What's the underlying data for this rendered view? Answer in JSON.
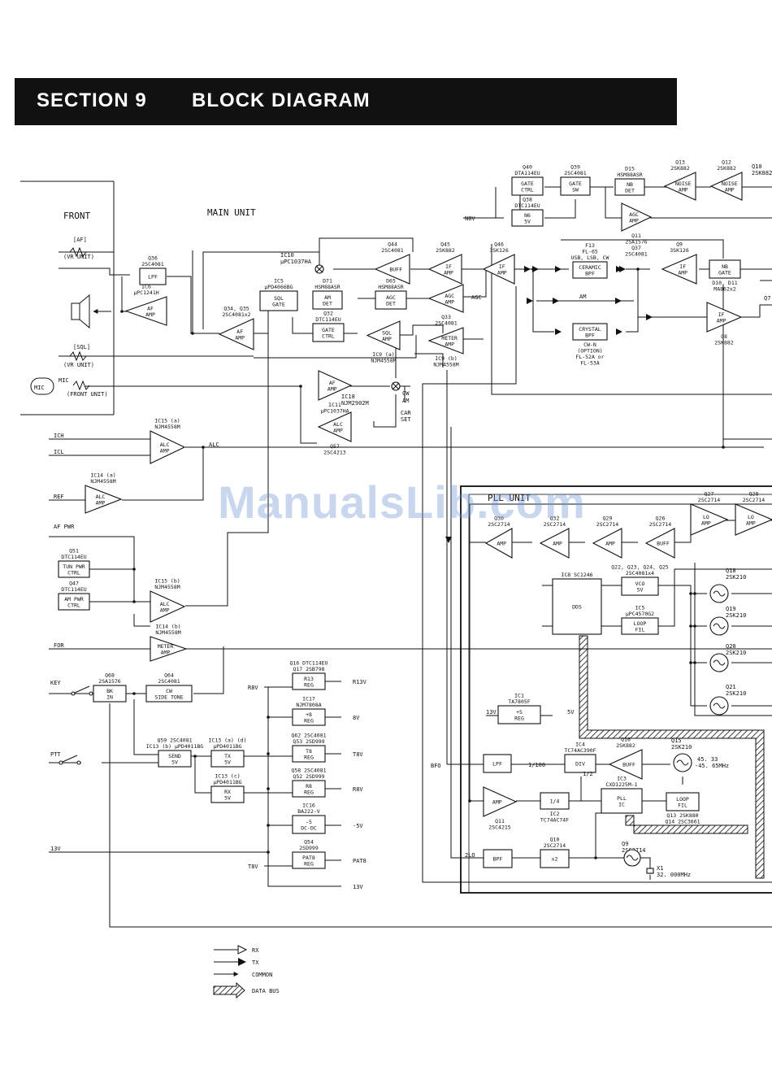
{
  "header": {
    "section": "SECTION 9",
    "title": "BLOCK DIAGRAM"
  },
  "areas": {
    "front": "FRONT",
    "main_unit": "MAIN UNIT",
    "pll_unit": "PLL UNIT"
  },
  "blocks": [
    {
      "id": "lpf36",
      "text": [
        "LPF"
      ],
      "ref": [
        "Q36",
        "2SC4081"
      ]
    },
    {
      "id": "afamp6",
      "text": [
        "AF",
        "AMP"
      ],
      "ref": [
        "IC6",
        "µPC1241H"
      ]
    },
    {
      "id": "afamp3435",
      "text": [
        "AF",
        "AMP"
      ],
      "ref": [
        "Q34, Q35",
        "2SC4081x2"
      ]
    },
    {
      "id": "sqlgate",
      "text": [
        "SQL",
        "GATE"
      ],
      "ref": [
        "IC5",
        "µPD4066BG"
      ]
    },
    {
      "id": "amdet",
      "text": [
        "AM",
        "DET"
      ],
      "ref": [
        "D71",
        "HSM88ASR"
      ]
    },
    {
      "id": "agcdet",
      "text": [
        "AGC",
        "DET"
      ],
      "ref": [
        "D65",
        "HSM88ASR"
      ]
    },
    {
      "id": "buff44",
      "text": [
        "BUFF"
      ],
      "ref": [
        "Q44",
        "2SC4081"
      ]
    },
    {
      "id": "ifamp45",
      "text": [
        "IF",
        "AMP"
      ],
      "ref": [
        "Q45",
        "2SK882"
      ]
    },
    {
      "id": "ifamp46",
      "text": [
        "IF",
        "AMP"
      ],
      "ref": [
        "Q46",
        "3SK126"
      ]
    },
    {
      "id": "agcamp33",
      "text": [
        "AGC",
        "AMP"
      ],
      "ref": [
        "Q33",
        "2SC4081"
      ]
    },
    {
      "id": "meteramp",
      "text": [
        "METER",
        "AMP"
      ],
      "ref": [
        "IC9 (b)",
        "NJM4558M"
      ]
    },
    {
      "id": "gatectrl32",
      "text": [
        "GATE",
        "CTRL"
      ],
      "ref": [
        "Q32",
        "DTC114EU"
      ]
    },
    {
      "id": "sqlamp",
      "text": [
        "SQL",
        "AMP"
      ],
      "ref": [
        "IC9 (a)",
        "NJM4558M"
      ]
    },
    {
      "id": "gatectrl40",
      "text": [
        "GATE",
        "CTRL"
      ],
      "ref": [
        "Q40",
        "DTA114EU"
      ]
    },
    {
      "id": "gatesw39",
      "text": [
        "GATE",
        "SW"
      ],
      "ref": [
        "Q39",
        "2SC4081"
      ]
    },
    {
      "id": "n6",
      "text": [
        "N6",
        "5V"
      ],
      "ref": [
        "Q38",
        "DTC114EU"
      ]
    },
    {
      "id": "nbdet",
      "text": [
        "NB",
        "DET"
      ],
      "ref": [
        "D15",
        "HSM88ASR"
      ]
    },
    {
      "id": "noiseamp13",
      "text": [
        "NOISE",
        "AMP"
      ],
      "ref": [
        "Q13",
        "2SK882"
      ]
    },
    {
      "id": "noiseamp12",
      "text": [
        "NOISE",
        "AMP"
      ],
      "ref": [
        "Q12",
        "2SK882"
      ]
    },
    {
      "id": "agcamp11",
      "text": [
        "AGC",
        "AMP"
      ],
      "ref": [
        "Q11",
        "2SA1576",
        "Q37",
        "2SC4081"
      ]
    },
    {
      "id": "ceramic",
      "text": [
        "CERAMIC",
        "BPF"
      ],
      "ref": [
        "F13",
        "FL-65",
        "USB, LSB, CW"
      ]
    },
    {
      "id": "crystal",
      "text": [
        "CRYSTAL",
        "BPF"
      ],
      "ref": [
        "CW-N",
        "(OPTION)",
        "FL-52A or",
        "FL-53A"
      ]
    },
    {
      "id": "ifamp9",
      "text": [
        "IF",
        "AMP"
      ],
      "ref": [
        "Q9",
        "3SK126"
      ]
    },
    {
      "id": "nbgate",
      "text": [
        "NB",
        "GATE"
      ],
      "ref": [
        "D10, D11",
        "MA862x2"
      ]
    },
    {
      "id": "ifamp8",
      "text": [
        "IF",
        "AMP"
      ],
      "ref": [
        "Q8",
        "2SK882"
      ]
    },
    {
      "id": "afamp11",
      "text": [
        "AF",
        "AMP"
      ],
      "ref": [
        "IC11",
        "µPC1037HA"
      ]
    },
    {
      "id": "alcamp57",
      "text": [
        "ALC",
        "AMP"
      ],
      "ref": [
        "Q57",
        "2SC4213"
      ]
    },
    {
      "id": "alcamp15a",
      "text": [
        "ALC",
        "AMP"
      ],
      "ref": [
        "IC15 (a)",
        "NJM4558M"
      ]
    },
    {
      "id": "alcamp14a",
      "text": [
        "ALC",
        "AMP"
      ],
      "ref": [
        "IC14 (a)",
        "NJM4558M"
      ]
    },
    {
      "id": "tunpwr",
      "text": [
        "TUN PWR",
        "CTRL"
      ],
      "ref": [
        "Q51",
        "DTC114EU"
      ]
    },
    {
      "id": "ampwr",
      "text": [
        "AM PWR",
        "CTRL"
      ],
      "ref": [
        "Q47",
        "DTC114EU"
      ]
    },
    {
      "id": "alcamp15b",
      "text": [
        "ALC",
        "AMP"
      ],
      "ref": [
        "IC15 (b)",
        "NJM4558M"
      ]
    },
    {
      "id": "meteramp14b",
      "text": [
        "METER",
        "AMP"
      ],
      "ref": [
        "IC14 (b)",
        "NJM4558M"
      ]
    },
    {
      "id": "bkin",
      "text": [
        "BK",
        "IN"
      ],
      "ref": [
        "Q68",
        "2SA1576"
      ]
    },
    {
      "id": "cwtone",
      "text": [
        "CW",
        "SIDE TONE"
      ],
      "ref": [
        "Q64",
        "2SC4081"
      ]
    },
    {
      "id": "send",
      "text": [
        "SEND",
        "5V"
      ],
      "ref": [
        "Q59 2SC4081",
        "IC13 (b) µPD4011BG"
      ]
    },
    {
      "id": "tx5v",
      "text": [
        "TX",
        "5V"
      ],
      "ref": [
        "IC13 (a) (d)",
        "µPD4011BG"
      ]
    },
    {
      "id": "rx5v",
      "text": [
        "RX",
        "5V"
      ],
      "ref": [
        "IC13 (c)",
        "µPD4011BG"
      ]
    },
    {
      "id": "r13reg",
      "text": [
        "R13",
        "REG"
      ],
      "ref": [
        "Q16 DTC114EU",
        "Q17 2SB798"
      ]
    },
    {
      "id": "p8reg",
      "text": [
        "+8",
        "REG"
      ],
      "ref": [
        "IC17",
        "NJM7808A"
      ]
    },
    {
      "id": "t8reg",
      "text": [
        "T8",
        "REG"
      ],
      "ref": [
        "Q62 2SC4081",
        "Q53 2SD999"
      ]
    },
    {
      "id": "r8reg",
      "text": [
        "R8",
        "REG"
      ],
      "ref": [
        "Q58 2SC4081",
        "Q52 2SD999"
      ]
    },
    {
      "id": "dcdc",
      "text": [
        "-5",
        "DC-DC"
      ],
      "ref": [
        "IC16",
        "BA222-V"
      ]
    },
    {
      "id": "pat8reg",
      "text": [
        "PAT8",
        "REG"
      ],
      "ref": [
        "Q54",
        "2SD999"
      ]
    },
    {
      "id": "loamp27",
      "text": [
        "LO",
        "AMP"
      ],
      "ref": [
        "Q27",
        "2SC2714"
      ]
    },
    {
      "id": "loamp28",
      "text": [
        "LO",
        "AMP"
      ],
      "ref": [
        "Q28",
        "2SC2714"
      ]
    },
    {
      "id": "amp30",
      "text": [
        "AMP"
      ],
      "ref": [
        "Q30",
        "2SC2714"
      ]
    },
    {
      "id": "amp32",
      "text": [
        "AMP"
      ],
      "ref": [
        "Q32",
        "2SC2714"
      ]
    },
    {
      "id": "amp29",
      "text": [
        "AMP"
      ],
      "ref": [
        "Q29",
        "2SC2714"
      ]
    },
    {
      "id": "buff26",
      "text": [
        "BUFF"
      ],
      "ref": [
        "Q26",
        "2SC2714"
      ]
    },
    {
      "id": "dds",
      "text": [
        "DDS"
      ],
      "ref": [
        "IC8 SC1246"
      ]
    },
    {
      "id": "vco",
      "text": [
        "VCO",
        "5V"
      ],
      "ref": [
        "Q22, Q23, Q24, Q25",
        "2SC4081x4"
      ]
    },
    {
      "id": "loopfil5",
      "text": [
        "LOOP",
        "FIL"
      ],
      "ref": [
        "IC5",
        "µPC4570G2"
      ]
    },
    {
      "id": "reg5v",
      "text": [
        "+5",
        "REG"
      ],
      "ref": [
        "IC1",
        "TA7805F"
      ]
    },
    {
      "id": "lpfpll",
      "text": [
        "LPF"
      ],
      "ref": []
    },
    {
      "id": "div",
      "text": [
        "DIV"
      ],
      "ref": [
        "IC4",
        "TC74AC390F"
      ]
    },
    {
      "id": "buff16",
      "text": [
        "BUFF"
      ],
      "ref": [
        "Q16",
        "2SK882"
      ]
    },
    {
      "id": "amp11",
      "text": [
        "AMP"
      ],
      "ref": [
        "Q11",
        "2SC4215"
      ]
    },
    {
      "id": "quarter",
      "text": [
        "1/4"
      ],
      "ref": [
        "IC2",
        "TC74AC74F"
      ]
    },
    {
      "id": "pllic",
      "text": [
        "PLL",
        "IC"
      ],
      "ref": [
        "IC3",
        "CXD1225M-1"
      ]
    },
    {
      "id": "loopfil13",
      "text": [
        "LOOP",
        "FIL"
      ],
      "ref": [
        "Q13 2SK880",
        "Q14 2SC3661"
      ]
    },
    {
      "id": "bpf",
      "text": [
        "BPF"
      ],
      "ref": []
    },
    {
      "id": "x2",
      "text": [
        "x2"
      ],
      "ref": [
        "Q10",
        "2SC2714"
      ]
    }
  ],
  "labels": {
    "af": "[AF]",
    "vr_unit": "(VR UNIT)",
    "sql": "[SQL]",
    "mic": "MIC",
    "front_unit": "(FRONT UNIT)",
    "ic10": [
      "IC10",
      "µPC1037HA"
    ],
    "ic18": [
      "IC18",
      "NJM2902M"
    ],
    "cw": "CW",
    "am": "AM",
    "car_set": [
      "CAR",
      "SET"
    ],
    "n8v": "N8V",
    "agc": "AGC",
    "alc": "ALC",
    "ich": "ICH",
    "icl": "ICL",
    "ref": "REF",
    "af_pwr": "AF PWR",
    "for": "FOR",
    "key": "KEY",
    "ptt": "PTT",
    "v13": "13V",
    "r8v": "R8V",
    "t8v": "T8V",
    "out_r13v": "R13V",
    "out_8v": "8V",
    "out_t8v": "T8V",
    "out_r8v": "R8V",
    "out_m5v": "-5V",
    "out_pat8": "PAT8",
    "out_13v": "13V",
    "bfo": "BFO",
    "lo2": "2LO",
    "div100": "1/100",
    "div2": "1/2",
    "v13pll": "13V",
    "v5pll": "5V",
    "q15": [
      "Q15",
      "2SK210"
    ],
    "freq": [
      "45. 33",
      "-45. 65MHz"
    ],
    "q9": [
      "Q9",
      "2SC2714"
    ],
    "x1": [
      "X1",
      "32. 000MHz"
    ],
    "q18": [
      "Q18",
      "2SK210"
    ],
    "q19": [
      "Q19",
      "2SK210"
    ],
    "q20": [
      "Q20",
      "2SK210"
    ],
    "q21": [
      "Q21",
      "2SK210"
    ],
    "q10": "Q10",
    "q10ref": "2SK882",
    "d15b": "D15",
    "q7": "Q7",
    "ammid": "AM",
    "cwn": "CW-N"
  },
  "legend": [
    {
      "symbol": "rx",
      "label": "RX"
    },
    {
      "symbol": "tx",
      "label": "TX"
    },
    {
      "symbol": "common",
      "label": "COMMON"
    },
    {
      "symbol": "bus",
      "label": "DATA BUS"
    }
  ],
  "watermark": "ManualsLib.com"
}
